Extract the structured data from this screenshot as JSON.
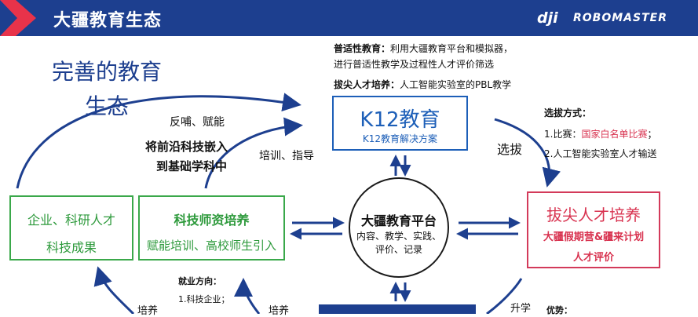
{
  "header": {
    "title": "大疆教育生态",
    "brand_dji": "dji",
    "brand_robomaster": "ROBOMASTER"
  },
  "eco_title": {
    "line1": "完善的教育",
    "line2": "生态"
  },
  "top_notes": {
    "popular_label": "普适性教育：",
    "popular_text1": "利用大疆教育平台和模拟器，",
    "popular_text2": "进行普适性教学及过程性人才评价筛选",
    "elite_label": "拔尖人才培养：",
    "elite_text": "人工智能实验室的PBL教学"
  },
  "k12": {
    "title": "K12教育",
    "subtitle": "K12教育解决方案"
  },
  "left_labels": {
    "feedback": "反哺、赋能",
    "embed_line1": "将前沿科技嵌入",
    "embed_line2": "到基础学科中",
    "train_guide": "培训、指导"
  },
  "selection": {
    "label": "选拔",
    "method_title": "选拔方式：",
    "item1_prefix": "1.比赛：",
    "item1_highlight": "国家白名单比赛",
    "item1_suffix": "；",
    "item2": "2.人工智能实验室人才输送"
  },
  "enterprise": {
    "line1": "企业、科研人才",
    "line2": "科技成果"
  },
  "teacher": {
    "line1": "科技师资培养",
    "line2": "赋能培训、高校师生引入"
  },
  "platform": {
    "title": "大疆教育平台",
    "line2": "内容、教学、实践、",
    "line3": "评价、记录"
  },
  "top_talent": {
    "title": "拔尖人才培养",
    "line2": "大疆假期营&疆来计划",
    "line3": "人才评价"
  },
  "bottom": {
    "employment_title": "就业方向：",
    "employment_item1": "1.科技企业；",
    "cultivate_left": "培养",
    "cultivate_mid": "培养",
    "promote": "升学",
    "advantage": "优势："
  },
  "colors": {
    "navy": "#1d3f8f",
    "green": "#2e9a3c",
    "red": "#d8324f",
    "blue": "#1d5fb8"
  }
}
